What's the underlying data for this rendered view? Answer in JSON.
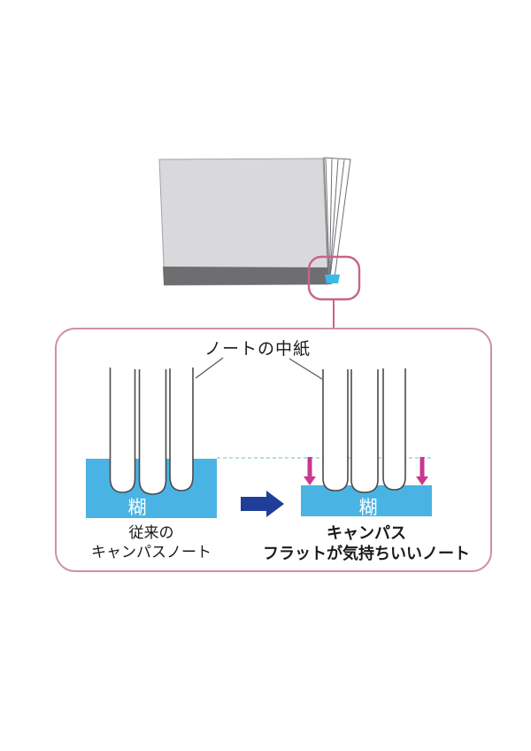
{
  "callout": {
    "label": "ノートの中紙"
  },
  "before": {
    "glue_label": "糊",
    "caption_line1": "従来の",
    "caption_line2": "キャンパスノート"
  },
  "after": {
    "glue_label": "糊",
    "caption_line1": "キャンパス",
    "caption_line2": "フラットが気持ちいいノート"
  },
  "icons": {
    "transform_arrow": "arrow-right-icon",
    "press_arrow_left": "arrow-down-icon",
    "press_arrow_right": "arrow-down-icon"
  },
  "colors": {
    "background": "#ffffff",
    "cover": "#d9d9db",
    "cover_edge": "#a3a3a6",
    "band": "#6e6e70",
    "paper_stroke": "#4b4b4d",
    "page_edge": "#6f6f73",
    "glue": "#49b4e4",
    "glue_mark": "#3bb9e9",
    "box_border": "#cf8fa9",
    "callout_border": "#c8638c",
    "dash": "#9fd0dc",
    "arrow_blue": "#1e3e9a",
    "arrow_pink": "#c8388e",
    "text": "#1a1a1a",
    "glue_text": "#ffffff"
  }
}
